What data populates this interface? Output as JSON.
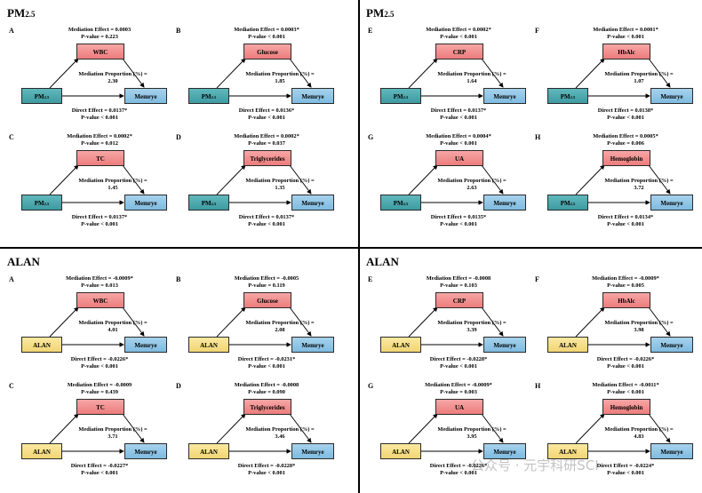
{
  "panels": [
    {
      "title": "PM",
      "title_sub": "2.5",
      "diagrams": [
        {
          "letter": "A",
          "mediator": "WBC",
          "exposure": "PM",
          "exposure_sub": "2.5",
          "outcome": "Memrye",
          "mediation_effect": "Mediation Effect = 0.0003",
          "p_mediation": "P-value = 0.223",
          "proportion_label": "Mediation Proportion (%) =",
          "proportion": "2.30",
          "direct_effect": "Direct Effect = 0.0137*",
          "p_direct": "P-value < 0.001"
        },
        {
          "letter": "B",
          "mediator": "Glucose",
          "exposure": "PM",
          "exposure_sub": "2.5",
          "outcome": "Memrye",
          "mediation_effect": "Mediation Effect = 0.0003*",
          "p_mediation": "P-value < 0.001",
          "proportion_label": "Mediation Proportion (%) =",
          "proportion": "1.85",
          "direct_effect": "Direct Effect = 0.0136*",
          "p_direct": "P-value < 0.001"
        },
        {
          "letter": "C",
          "mediator": "TC",
          "exposure": "PM",
          "exposure_sub": "2.5",
          "outcome": "Memrye",
          "mediation_effect": "Mediation Effect = 0.0002*",
          "p_mediation": "P-value = 0.012",
          "proportion_label": "Mediation Proportion (%) =",
          "proportion": "1.45",
          "direct_effect": "Direct Effect = 0.0137*",
          "p_direct": "P-value < 0.001"
        },
        {
          "letter": "D",
          "mediator": "Triglycerides",
          "exposure": "PM",
          "exposure_sub": "2.5",
          "outcome": "Memrye",
          "mediation_effect": "Mediation Effect = 0.0002*",
          "p_mediation": "P-value = 0.037",
          "proportion_label": "Mediation Proportion (%) =",
          "proportion": "1.35",
          "direct_effect": "Direct Effect = 0.0137*",
          "p_direct": "P-value < 0.001"
        }
      ]
    },
    {
      "title": "PM",
      "title_sub": "2.5",
      "diagrams": [
        {
          "letter": "E",
          "mediator": "CRP",
          "exposure": "PM",
          "exposure_sub": "2.5",
          "outcome": "Memrye",
          "mediation_effect": "Mediation Effect = 0.0002*",
          "p_mediation": "P-value < 0.001",
          "proportion_label": "Mediation Proportion (%) =",
          "proportion": "1.64",
          "direct_effect": "Direct Effect = 0.0137*",
          "p_direct": "P-value < 0.001"
        },
        {
          "letter": "F",
          "mediator": "HbAlc",
          "exposure": "PM",
          "exposure_sub": "2.5",
          "outcome": "Memrye",
          "mediation_effect": "Mediation Effect = 0.0001*",
          "p_mediation": "P-value < 0.001",
          "proportion_label": "Mediation Proportion (%) =",
          "proportion": "1.07",
          "direct_effect": "Direct Effect = 0.0138*",
          "p_direct": "P-value < 0.001"
        },
        {
          "letter": "G",
          "mediator": "UA",
          "exposure": "PM",
          "exposure_sub": "2.5",
          "outcome": "Memrye",
          "mediation_effect": "Mediation Effect = 0.0004*",
          "p_mediation": "P-value < 0.001",
          "proportion_label": "Mediation Proportion (%) =",
          "proportion": "2.63",
          "direct_effect": "Direct Effect = 0.0135*",
          "p_direct": "P-value < 0.001"
        },
        {
          "letter": "H",
          "mediator": "Hemoglobin",
          "exposure": "PM",
          "exposure_sub": "2.5",
          "outcome": "Memrye",
          "mediation_effect": "Mediation Effect = 0.0005*",
          "p_mediation": "P-value = 0.006",
          "proportion_label": "Mediation Proportion (%) =",
          "proportion": "3.72",
          "direct_effect": "Direct Effect = 0.0134*",
          "p_direct": "P-value < 0.001"
        }
      ]
    },
    {
      "title": "ALAN",
      "title_sub": "",
      "diagrams": [
        {
          "letter": "A",
          "mediator": "WBC",
          "exposure": "ALAN",
          "exposure_sub": "",
          "outcome": "Memrye",
          "mediation_effect": "Mediation Effect = -0.0009*",
          "p_mediation": "P-value = 0.013",
          "proportion_label": "Mediation Proportion (%) =",
          "proportion": "4.01",
          "direct_effect": "Direct Effect = -0.0226*",
          "p_direct": "P-value < 0.001"
        },
        {
          "letter": "B",
          "mediator": "Glucose",
          "exposure": "ALAN",
          "exposure_sub": "",
          "outcome": "Memrye",
          "mediation_effect": "Mediation Effect = -0.0005",
          "p_mediation": "P-value = 0.119",
          "proportion_label": "Mediation Proportion (%) =",
          "proportion": "2.08",
          "direct_effect": "Direct Effect = -0.0231*",
          "p_direct": "P-value < 0.001"
        },
        {
          "letter": "C",
          "mediator": "TC",
          "exposure": "ALAN",
          "exposure_sub": "",
          "outcome": "Memrye",
          "mediation_effect": "Mediation Effect = -0.0009",
          "p_mediation": "P-value = 0.439",
          "proportion_label": "Mediation Proportion (%) =",
          "proportion": "3.71",
          "direct_effect": "Direct Effect = -0.0227*",
          "p_direct": "P-value < 0.001"
        },
        {
          "letter": "D",
          "mediator": "Triglycerides",
          "exposure": "ALAN",
          "exposure_sub": "",
          "outcome": "Memrye",
          "mediation_effect": "Mediation Effect = -0.0008",
          "p_mediation": "P-value = 0.090",
          "proportion_label": "Mediation Proportion (%) =",
          "proportion": "3.46",
          "direct_effect": "Direct Effect = -0.0228*",
          "p_direct": "P-value < 0.001"
        }
      ]
    },
    {
      "title": "ALAN",
      "title_sub": "",
      "diagrams": [
        {
          "letter": "E",
          "mediator": "CRP",
          "exposure": "ALAN",
          "exposure_sub": "",
          "outcome": "Memrye",
          "mediation_effect": "Mediation Effect = -0.0008",
          "p_mediation": "P-value = 0.103",
          "proportion_label": "Mediation Proportion (%) =",
          "proportion": "3.39",
          "direct_effect": "Direct Effect = -0.0228*",
          "p_direct": "P-value < 0.001"
        },
        {
          "letter": "F",
          "mediator": "HbAlc",
          "exposure": "ALAN",
          "exposure_sub": "",
          "outcome": "Memrye",
          "mediation_effect": "Mediation Effect = -0.0009*",
          "p_mediation": "P-value = 0.005",
          "proportion_label": "Mediation Proportion (%) =",
          "proportion": "3.98",
          "direct_effect": "Direct Effect = -0.0226*",
          "p_direct": "P-value < 0.001"
        },
        {
          "letter": "G",
          "mediator": "UA",
          "exposure": "ALAN",
          "exposure_sub": "",
          "outcome": "Memrye",
          "mediation_effect": "Mediation Effect = -0.0009*",
          "p_mediation": "P-value = 0.003",
          "proportion_label": "Mediation Proportion (%) =",
          "proportion": "3.95",
          "direct_effect": "Direct Effect = -0.0226*",
          "p_direct": "P-value < 0.001"
        },
        {
          "letter": "H",
          "mediator": "Hemoglobin",
          "exposure": "ALAN",
          "exposure_sub": "",
          "outcome": "Memrye",
          "mediation_effect": "Mediation Effect = -0.0011*",
          "p_mediation": "P-value < 0.001",
          "proportion_label": "Mediation Proportion (%) =",
          "proportion": "4.83",
          "direct_effect": "Direct Effect = -0.0224*",
          "p_direct": "P-value < 0.001"
        }
      ]
    }
  ],
  "watermark": "公众号 · 元宇科研SCI",
  "colors": {
    "mediator": "#f28c8c",
    "exposure_pm": "#4aa6ab",
    "exposure_alan": "#f5dd85",
    "outcome": "#8fc4e6"
  }
}
